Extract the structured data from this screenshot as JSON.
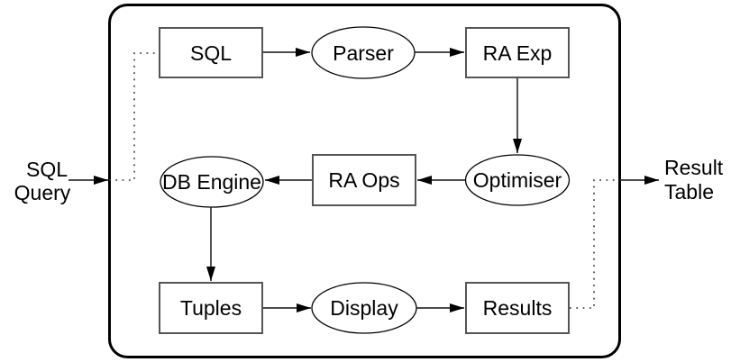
{
  "diagram": {
    "description": "Query processing pipeline inside a DBMS boundary",
    "outer_labels": {
      "input_line1": "SQL",
      "input_line2": "Query",
      "output_line1": "Result",
      "output_line2": "Table"
    },
    "nodes": {
      "sql": {
        "label": "SQL",
        "shape": "rect"
      },
      "parser": {
        "label": "Parser",
        "shape": "ellipse"
      },
      "ra_exp": {
        "label": "RA Exp",
        "shape": "rect"
      },
      "optimiser": {
        "label": "Optimiser",
        "shape": "ellipse"
      },
      "ra_ops": {
        "label": "RA Ops",
        "shape": "rect"
      },
      "db_engine": {
        "label": "DB Engine",
        "shape": "ellipse"
      },
      "tuples": {
        "label": "Tuples",
        "shape": "rect"
      },
      "display": {
        "label": "Display",
        "shape": "ellipse"
      },
      "results": {
        "label": "Results",
        "shape": "rect"
      }
    },
    "edges": [
      {
        "from": "sql",
        "to": "parser",
        "style": "solid-arrow"
      },
      {
        "from": "parser",
        "to": "ra_exp",
        "style": "solid-arrow"
      },
      {
        "from": "ra_exp",
        "to": "optimiser",
        "style": "solid-arrow"
      },
      {
        "from": "optimiser",
        "to": "ra_ops",
        "style": "solid-arrow"
      },
      {
        "from": "ra_ops",
        "to": "db_engine",
        "style": "solid-arrow"
      },
      {
        "from": "db_engine",
        "to": "tuples",
        "style": "solid-arrow"
      },
      {
        "from": "tuples",
        "to": "display",
        "style": "solid-arrow"
      },
      {
        "from": "display",
        "to": "results",
        "style": "solid-arrow"
      },
      {
        "from": "sql_query_input",
        "to": "boundary",
        "style": "solid-arrow"
      },
      {
        "from": "boundary",
        "to": "sql",
        "style": "dotted"
      },
      {
        "from": "results",
        "to": "boundary",
        "style": "dotted"
      },
      {
        "from": "boundary",
        "to": "result_table_output",
        "style": "solid-arrow"
      }
    ],
    "colors": {
      "background": "#ffffff",
      "boundary_stroke": "#000000",
      "rect_stroke": "#555555",
      "ellipse_stroke": "#000000",
      "line": "#333333",
      "text": "#000000"
    }
  }
}
